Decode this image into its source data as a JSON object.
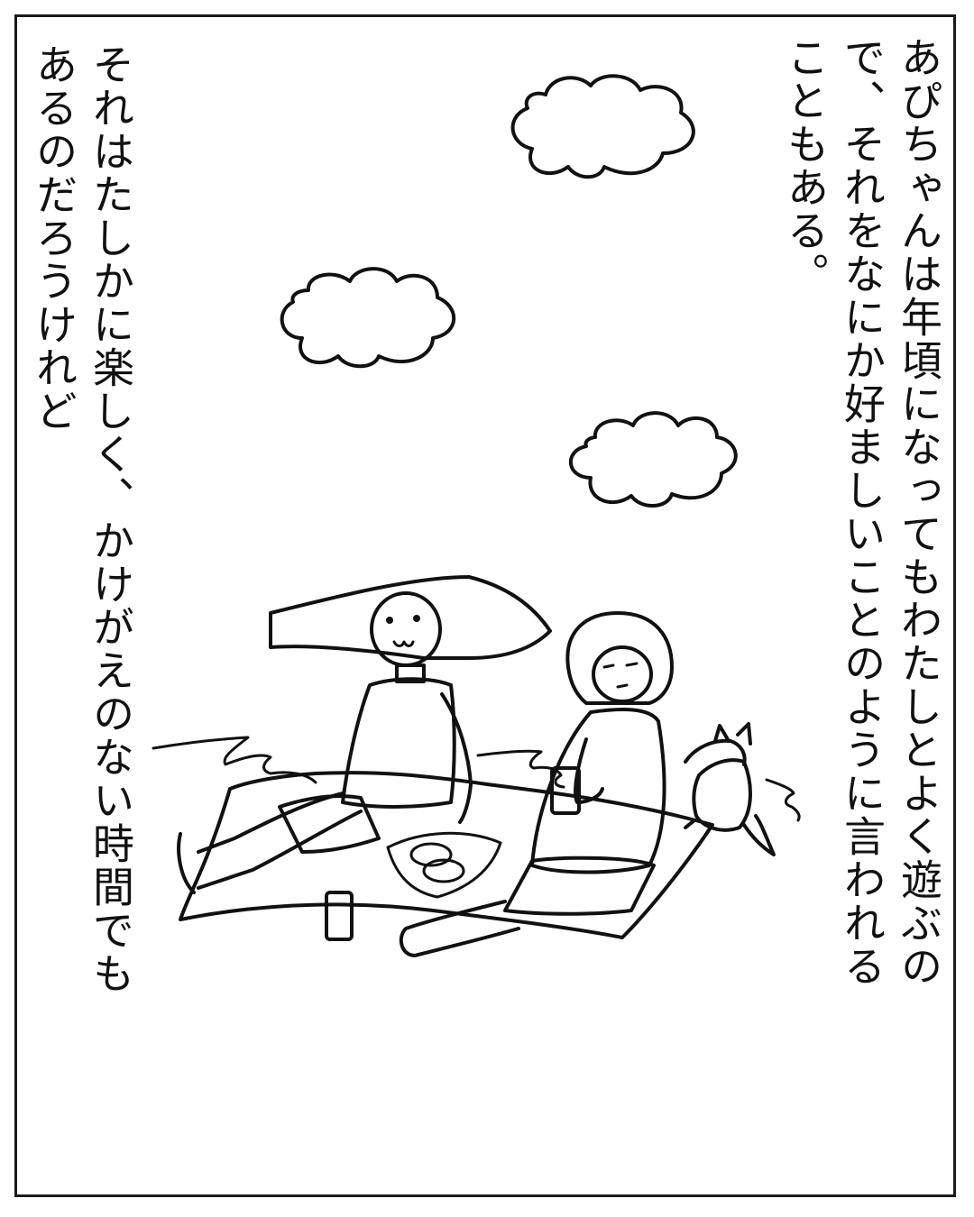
{
  "narration": {
    "right_lines": [
      "あぴちゃんは年頃になってもわたしとよく遊ぶの",
      "で、それをなにか好ましいことのように言われる",
      "こともある。"
    ],
    "left_lines": [
      "それはたしかに楽しく、かけがえのない時間でも",
      "あるのだろうけれど"
    ]
  },
  "colors": {
    "ink": "#111111",
    "paper": "#ffffff"
  }
}
